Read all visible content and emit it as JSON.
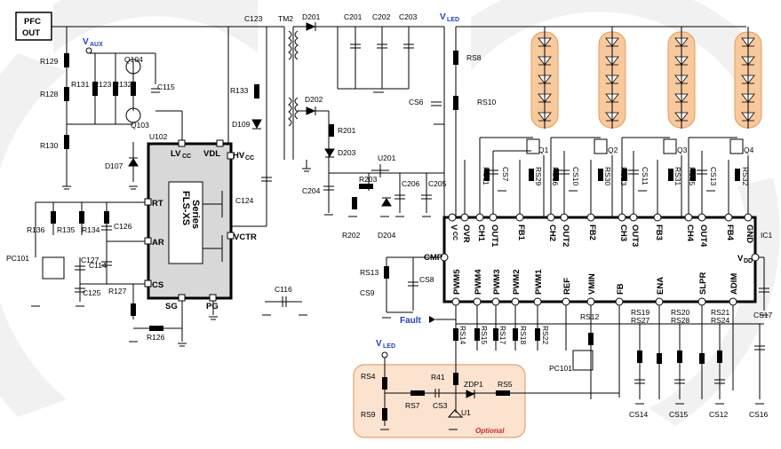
{
  "pfc_out": [
    "PFC",
    "OUT"
  ],
  "rails": {
    "vaux": "V",
    "vaux_sub": "AUX",
    "vled": "V",
    "vled_sub": "LED"
  },
  "fls_chip": {
    "name": "FLS-XS",
    "series": "Series",
    "pins": {
      "lvcc": "LV",
      "lvcc_sub": "CC",
      "vdl": "VDL",
      "hvcc": "HV",
      "hvcc_sub": "CC",
      "vctr": "VCTR",
      "rt": "RT",
      "ar": "AR",
      "cs": "CS",
      "sg": "SG",
      "pg": "PG"
    },
    "ref": "U102"
  },
  "ic1": {
    "ref": "IC1",
    "top_pins": [
      "V",
      "OVR",
      "CH1",
      "OUT1",
      "FB1",
      "CH2",
      "OUT2",
      "FB2",
      "CH3",
      "OUT3",
      "FB3",
      "CH4",
      "OUT4",
      "FB4",
      "GND"
    ],
    "vcc_sub": "CC",
    "bottom_pins": [
      "PWM5",
      "PWM4",
      "PWM3",
      "PWM2",
      "PWM1",
      "REF",
      "VMIN",
      "FB",
      "ENA",
      "SLPR",
      "ADIM"
    ],
    "cmp": "CMP",
    "vdd": "V",
    "vdd_sub": "DD"
  },
  "fault": "Fault",
  "optional": "Optional",
  "labels": {
    "r129": "R129",
    "r128": "R128",
    "r130": "R130",
    "r131": "R131",
    "r123": "R123",
    "r132": "R132",
    "q104": "Q104",
    "c115": "C115",
    "q103": "Q103",
    "u102": "U102",
    "d107": "D107",
    "r133": "R133",
    "d109": "D109",
    "c123": "C123",
    "tm2": "TM2",
    "d201": "D201",
    "c201": "C201",
    "c202": "C202",
    "c203": "C203",
    "d202": "D202",
    "r201": "R201",
    "d203": "D203",
    "u201": "U201",
    "r203": "R203",
    "c206": "C206",
    "c205": "C205",
    "c204": "C204",
    "r202": "R202",
    "d204": "D204",
    "c124": "C124",
    "rs8": "RS8",
    "rs10": "RS10",
    "cs6": "CS6",
    "r136": "R136",
    "r135": "R135",
    "r134": "R134",
    "c126": "C126",
    "c114": "C114",
    "c127": "C127",
    "c125": "C125",
    "pc101": "PC101",
    "r127": "R127",
    "r126": "R126",
    "c116": "C116",
    "rs13": "RS13",
    "cs9": "CS9",
    "cs8": "CS8",
    "q1": "Q1",
    "q2": "Q2",
    "q3": "Q3",
    "q4": "Q4",
    "rs11": "RS11",
    "cs7": "CS7",
    "rs29": "RS29",
    "rs16": "RS16",
    "cs10": "CS10",
    "rs30": "RS30",
    "rs23": "RS23",
    "cs11": "CS11",
    "rs31": "RS31",
    "rs25": "RS25",
    "cs13": "CS13",
    "rs32": "RS32",
    "rs14": "RS14",
    "rs15": "RS15",
    "rs17": "RS17",
    "rs18": "RS18",
    "rs22": "RS22",
    "rs12": "RS12",
    "rs19": "RS19",
    "rs27": "RS27",
    "rs20": "RS20",
    "rs28": "RS28",
    "rs21": "RS21",
    "rs24": "RS24",
    "cs17": "CS17",
    "cs14": "CS14",
    "cs15": "CS15",
    "cs12": "CS12",
    "cs16": "CS16",
    "rs4": "RS4",
    "rs9": "RS9",
    "rs7": "RS7",
    "cs3": "CS3",
    "r41": "R41",
    "zdp1": "ZDP1",
    "rs5": "RS5",
    "u1": "U1",
    "pc101b": "PC101"
  }
}
